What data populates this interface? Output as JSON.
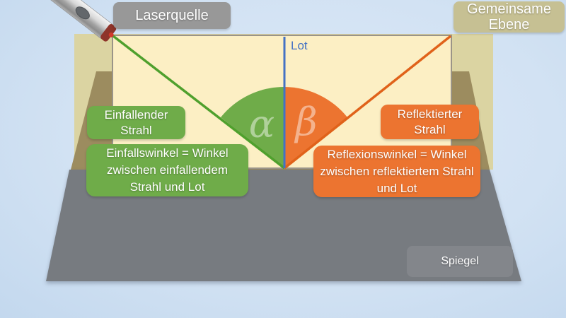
{
  "labels": {
    "laser_source": "Laserquelle",
    "common_plane": "Gemeinsame Ebene",
    "normal": "Lot",
    "incident_ray": "Einfallender Strahl",
    "incidence_angle": "Einfallswinkel = Winkel zwischen einfallendem Strahl und Lot",
    "reflected_ray": "Reflektierter Strahl",
    "reflection_angle": "Reflexionswinkel = Winkel zwischen reflektiertem Strahl und Lot",
    "mirror": "Spiegel"
  },
  "angles": {
    "alpha": "α",
    "beta": "β"
  },
  "colors": {
    "sky_light": "#DCE9F7",
    "sky_mid": "#D2E2F3",
    "sky_dark": "#C3D8EE",
    "mirror": "#777B80",
    "mirror_chip": "#83868B",
    "plane": "#DBD4A2",
    "plane_behind": "#9C8C5F",
    "screen": "#FCEFC4",
    "screen_border": "#9A9488",
    "green": "#6FAC49",
    "green_ray": "#4FA02D",
    "orange": "#EC7430",
    "orange_ray": "#E0621A",
    "normal_blue": "#4472C4",
    "laser_chip": "#989898",
    "plane_chip": "#C6C093"
  }
}
